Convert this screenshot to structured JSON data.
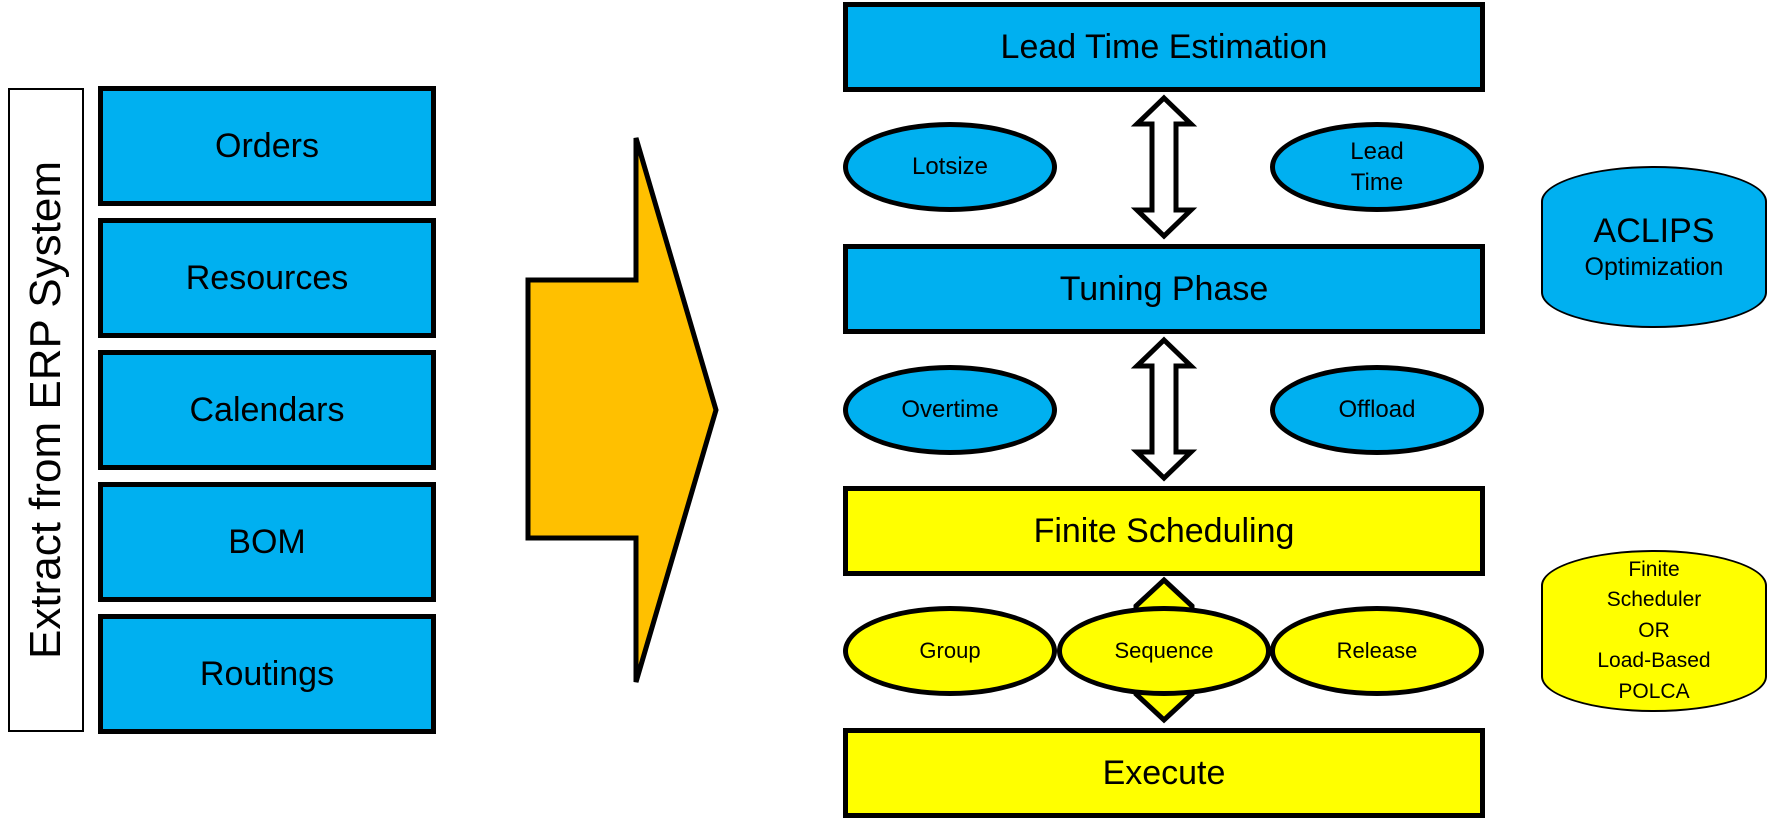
{
  "side_label": "Extract from ERP System",
  "sources": [
    "Orders",
    "Resources",
    "Calendars",
    "BOM",
    "Routings"
  ],
  "steps": {
    "lead_time_estimation": "Lead Time Estimation",
    "tuning_phase": "Tuning Phase",
    "finite_scheduling": "Finite Scheduling",
    "execute": "Execute"
  },
  "params": {
    "lotsize": "Lotsize",
    "lead_time_line1": "Lead",
    "lead_time_line2": "Time",
    "overtime": "Overtime",
    "offload": "Offload",
    "group": "Group",
    "sequence": "Sequence",
    "release": "Release"
  },
  "side_notes": {
    "aclips_title": "ACLIPS",
    "aclips_sub": "Optimization",
    "finite_lines": [
      "Finite",
      "Scheduler",
      "OR",
      "Load-Based",
      "POLCA"
    ]
  },
  "colors": {
    "blue": "#00b0f0",
    "yellow": "#ffff00",
    "orange": "#ffc000"
  }
}
